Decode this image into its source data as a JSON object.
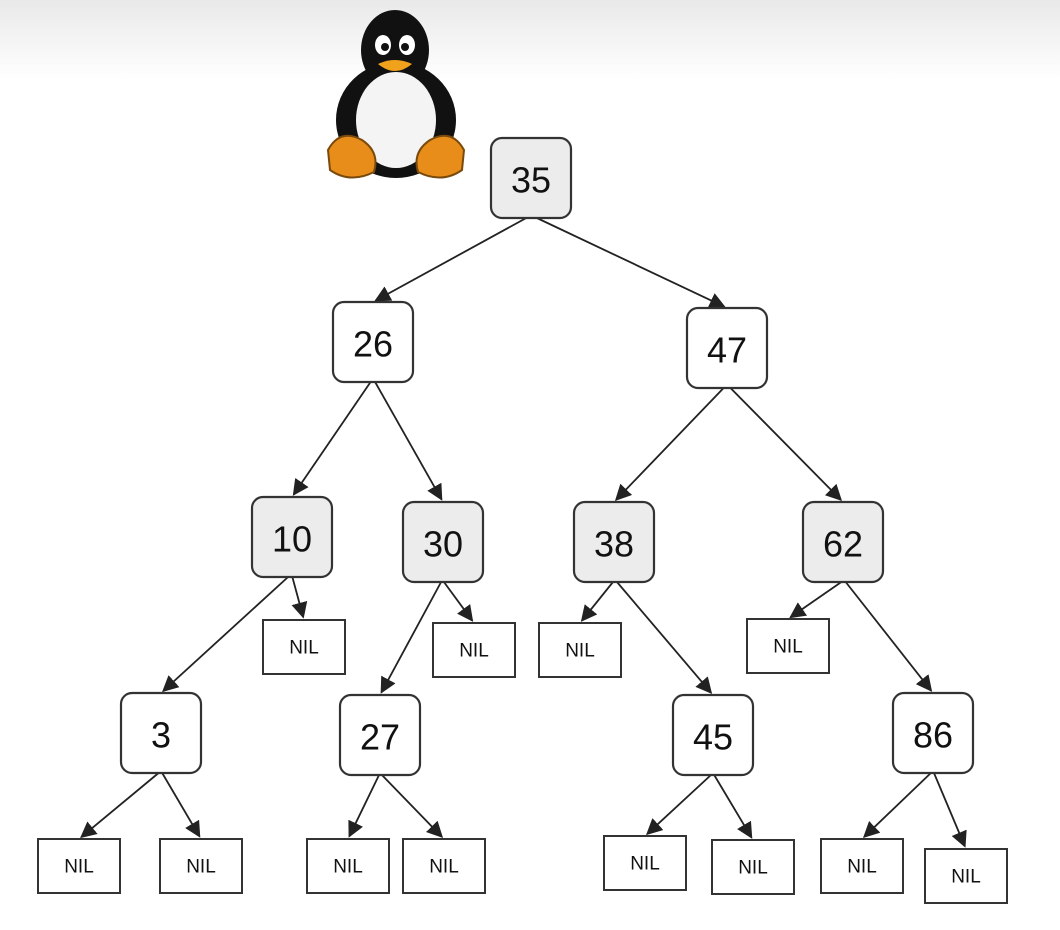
{
  "colors": {
    "red_node_fill": "#ececec",
    "black_node_fill": "#ffffff",
    "stroke": "#333333"
  },
  "logo": {
    "icon": "tux-penguin-icon"
  },
  "tree": {
    "nodes": [
      {
        "id": "n35",
        "label": "35",
        "shade": "red"
      },
      {
        "id": "n26",
        "label": "26",
        "shade": "black"
      },
      {
        "id": "n47",
        "label": "47",
        "shade": "black"
      },
      {
        "id": "n10",
        "label": "10",
        "shade": "red"
      },
      {
        "id": "n30",
        "label": "30",
        "shade": "red"
      },
      {
        "id": "n38",
        "label": "38",
        "shade": "red"
      },
      {
        "id": "n62",
        "label": "62",
        "shade": "red"
      },
      {
        "id": "n3",
        "label": "3",
        "shade": "black"
      },
      {
        "id": "n27",
        "label": "27",
        "shade": "black"
      },
      {
        "id": "n45",
        "label": "45",
        "shade": "black"
      },
      {
        "id": "n86",
        "label": "86",
        "shade": "black"
      }
    ],
    "nil_label": "NIL",
    "edges": [
      [
        "n35",
        "n26"
      ],
      [
        "n35",
        "n47"
      ],
      [
        "n26",
        "n10"
      ],
      [
        "n26",
        "n30"
      ],
      [
        "n47",
        "n38"
      ],
      [
        "n47",
        "n62"
      ],
      [
        "n10",
        "n3"
      ],
      [
        "n10",
        "nil1"
      ],
      [
        "n30",
        "n27"
      ],
      [
        "n30",
        "nil2"
      ],
      [
        "n38",
        "nil3"
      ],
      [
        "n38",
        "n45"
      ],
      [
        "n62",
        "nil4"
      ],
      [
        "n62",
        "n86"
      ],
      [
        "n3",
        "nil5"
      ],
      [
        "n3",
        "nil6"
      ],
      [
        "n27",
        "nil7"
      ],
      [
        "n27",
        "nil8"
      ],
      [
        "n45",
        "nil9"
      ],
      [
        "n45",
        "nil10"
      ],
      [
        "n86",
        "nil11"
      ],
      [
        "n86",
        "nil12"
      ]
    ]
  }
}
